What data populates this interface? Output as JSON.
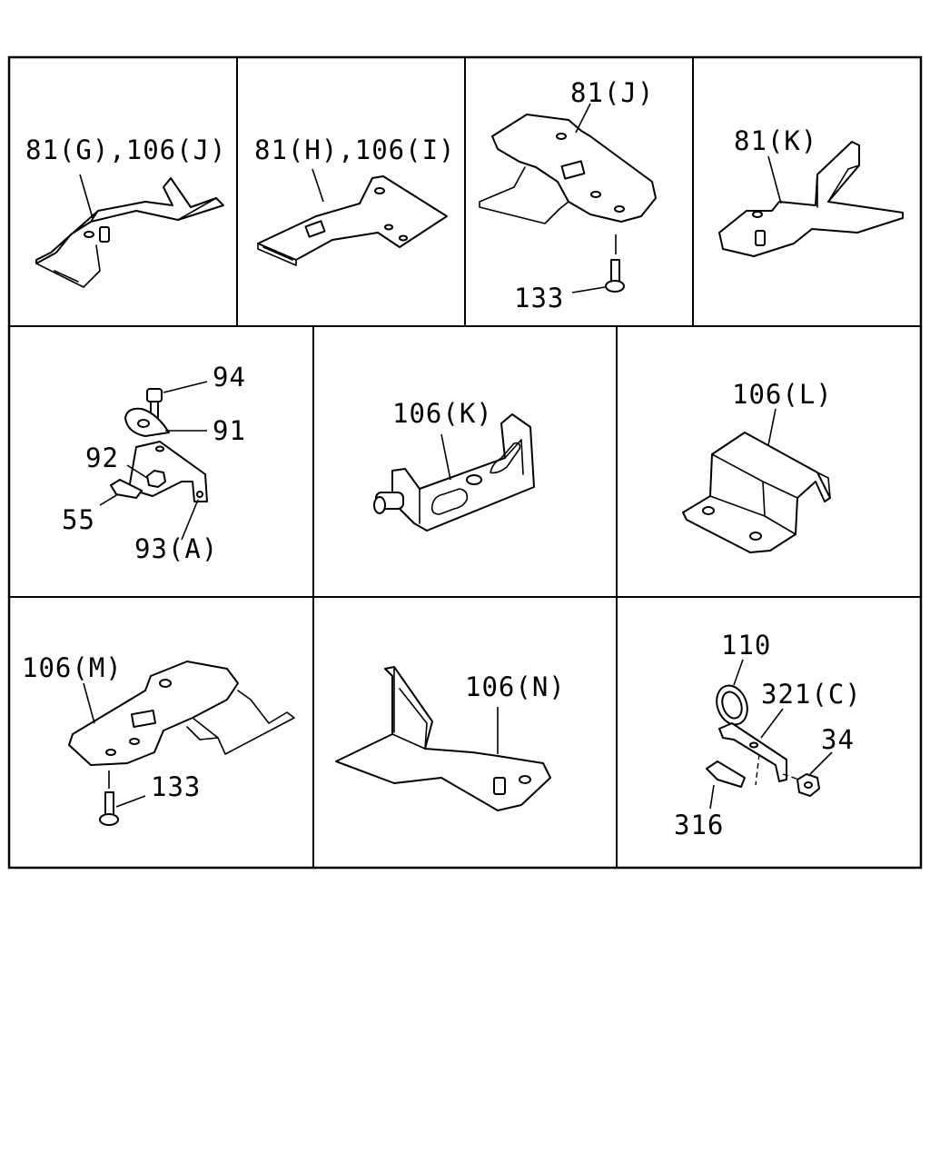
{
  "labels": {
    "p1": "81(G),106(J)",
    "p2": "81(H),106(I)",
    "p3_part": "81(J)",
    "p3_screw": "133",
    "p4": "81(K)",
    "p5_94": "94",
    "p5_91": "91",
    "p5_92": "92",
    "p5_55": "55",
    "p5_93": "93(A)",
    "p6": "106(K)",
    "p7": "106(L)",
    "p8_part": "106(M)",
    "p8_screw": "133",
    "p9": "106(N)",
    "p10_110": "110",
    "p10_321": "321(C)",
    "p10_34": "34",
    "p10_316": "316"
  }
}
